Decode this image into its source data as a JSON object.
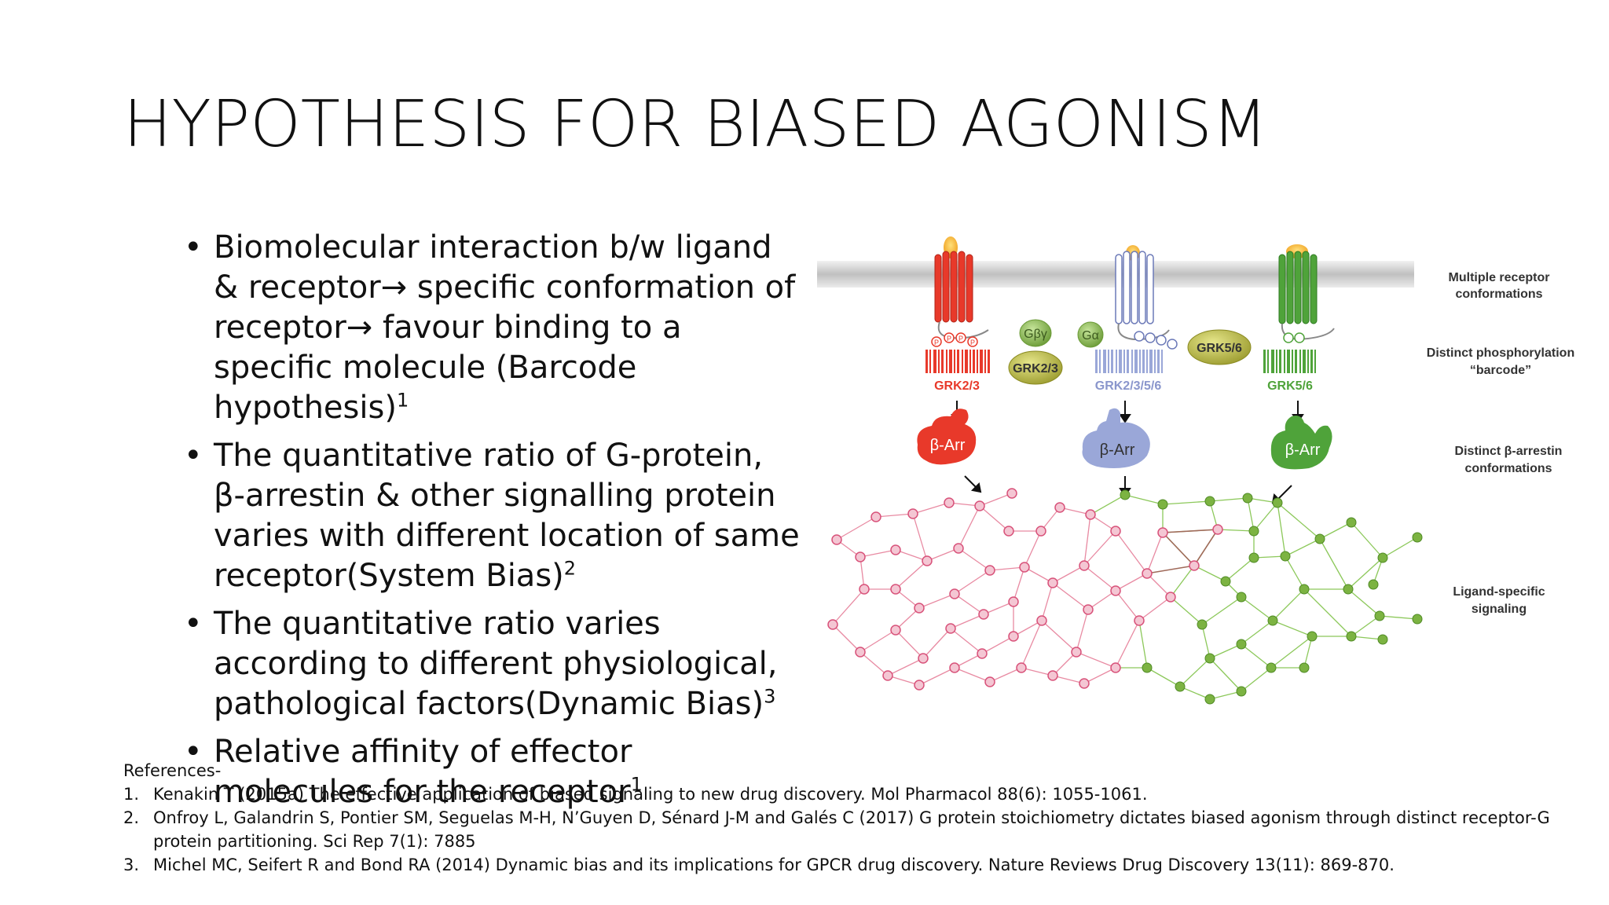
{
  "slide": {
    "title": "HYPOTHESIS FOR BIASED AGONISM"
  },
  "bullets": [
    {
      "text": "Biomolecular interaction b/w ligand & receptor→ specific conformation of receptor→ favour binding to a specific molecule (Barcode hypothesis)",
      "sup": "1"
    },
    {
      "text": "The quantitative ratio of G-protein, β-arrestin & other signalling protein varies with different location of same receptor(System Bias)",
      "sup": "2"
    },
    {
      "text": "The quantitative ratio varies according to different physiological, pathological factors(Dynamic Bias)",
      "sup": "3"
    },
    {
      "text": "Relative affinity of effector molecules for the receptor",
      "sup": "1"
    }
  ],
  "bullet_glyph": "•",
  "references": {
    "heading": "References-",
    "items": [
      {
        "num": "1.",
        "text": "Kenakin T (2015a) The effective application of biased signaling to new drug discovery. Mol Pharmacol 88(6): 1055-1061."
      },
      {
        "num": "2.",
        "text": "Onfroy L, Galandrin S, Pontier SM, Seguelas M-H, N’Guyen D, Sénard J-M and Galés C (2017) G protein stoichiometry dictates biased agonism through distinct receptor-G protein partitioning. Sci Rep 7(1): 7885"
      },
      {
        "num": "3.",
        "text": "Michel MC, Seifert R and Bond RA (2014) Dynamic bias and its implications for GPCR drug discovery. Nature Reviews Drug Discovery 13(11): 869-870."
      }
    ]
  },
  "figure": {
    "side_labels": {
      "receptor_conf_1": "Multiple receptor",
      "receptor_conf_2": "conformations",
      "phospho_1": "Distinct phosphorylation",
      "phospho_2": "“barcode”",
      "arrestin_1": "Distinct β-arrestin",
      "arrestin_2": "conformations",
      "signaling_1": "Ligand-specific",
      "signaling_2": "signaling"
    },
    "grk_labels": {
      "left": "GRK2/3",
      "middle": "GRK2/3/5/6",
      "right": "GRK5/6"
    },
    "blobs": {
      "grk23": "GRK2/3",
      "grk56": "GRK5/6",
      "gby": "Gβγ",
      "ga": "Gα"
    },
    "arrestin_label": "β-Arr",
    "phospho_mark": "P",
    "colors": {
      "red": "#e8392a",
      "blue": "#9aa7d8",
      "green": "#4fa33a",
      "pink_node": "#e46a8c",
      "green_node": "#7cb342",
      "olive": "#b8b84a"
    }
  }
}
